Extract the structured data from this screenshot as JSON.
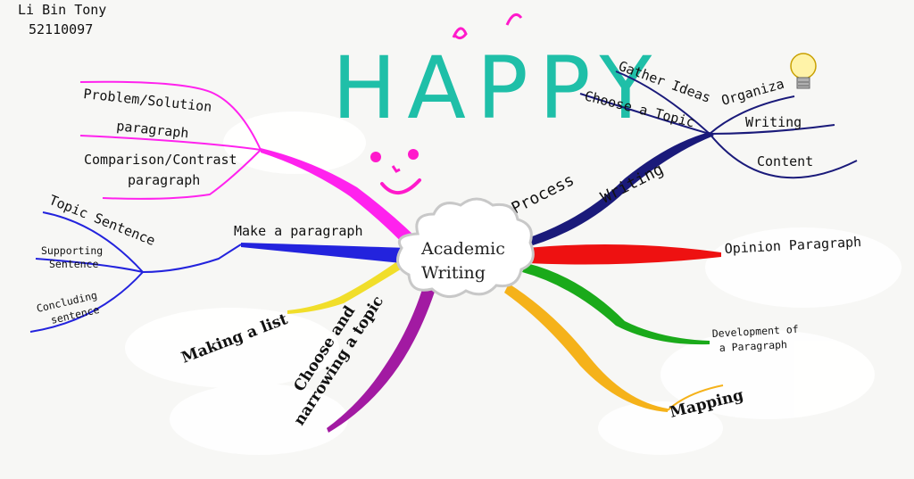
{
  "author": {
    "name": "Li Bin Tony",
    "id": "52110097"
  },
  "title": "HAPPY",
  "center": {
    "line1": "Academic",
    "line2": "Writing"
  },
  "branches": {
    "process_writing": {
      "label1": "Process",
      "label2": "Writing",
      "children": [
        "Gather Ideas",
        "Choose a Topic",
        "Organiza",
        "Writing",
        "Content"
      ]
    },
    "opinion": "Opinion Paragraph",
    "development": {
      "line1": "Development of",
      "line2": "a Paragraph"
    },
    "mapping": "Mapping",
    "choose_topic": {
      "line1": "Choose and",
      "line2": "narrowing a topic"
    },
    "making_list": "Making a list",
    "make_paragraph": {
      "label": "Make a paragraph",
      "topic_sentence": "Topic Sentence",
      "supporting": {
        "line1": "Supporting",
        "line2": "Sentence"
      },
      "concluding": {
        "line1": "Concluding",
        "line2": "sentence"
      }
    },
    "magenta": {
      "problem": {
        "line1": "Problem/Solution",
        "line2": "paragraph"
      },
      "comparison": {
        "line1": "Comparison/Contrast",
        "line2": "paragraph"
      }
    }
  },
  "colors": {
    "process": "#1a1a7a",
    "opinion": "#ee1111",
    "development": "#1aaa1a",
    "mapping": "#f5b21a",
    "choose": "#a21aa2",
    "list": "#f1de2a",
    "paragraph": "#2323dd",
    "magenta": "#ff22ee",
    "happy": "#1fbfa8",
    "face": "#ff1acb"
  }
}
